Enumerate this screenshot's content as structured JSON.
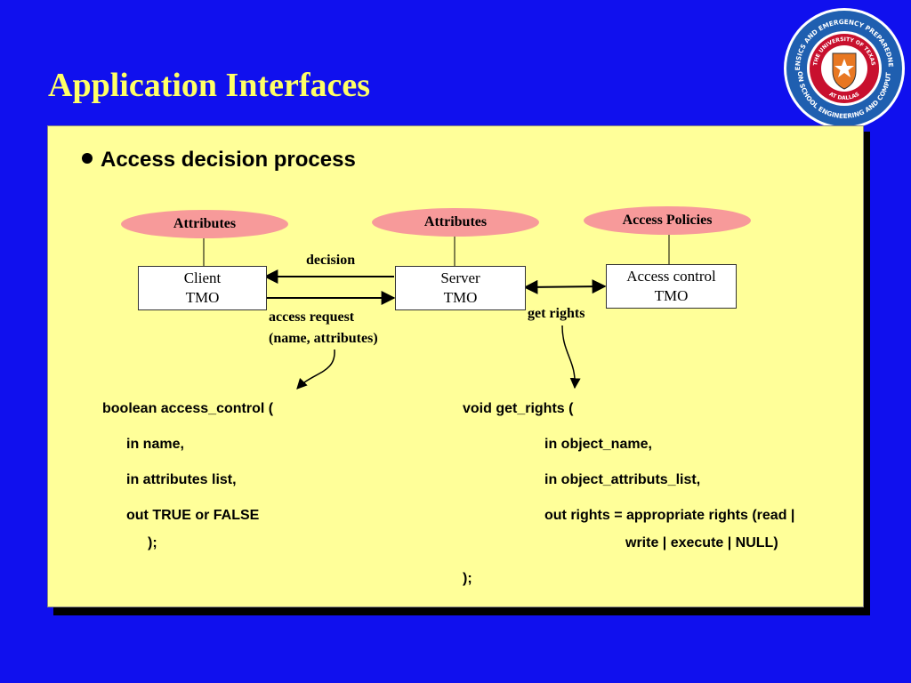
{
  "slide": {
    "title": "Application Interfaces",
    "bullet": "Access decision process",
    "logo_icon": "institute-seal-icon",
    "logo_text": {
      "outer_top": "DIGITAL FORENSICS AND EMERGENCY PREPAREDNESS INSTITUTE",
      "outer_bottom": "ERIK JONSSON SCHOOL ENGINEERING AND COMPUTER SCIENCE",
      "inner_top": "THE UNIVERSITY OF TEXAS",
      "inner_bottom": "AT DALLAS"
    }
  },
  "diagram": {
    "ellipses": {
      "client": "Attributes",
      "server": "Attributes",
      "policies": "Access Policies"
    },
    "boxes": {
      "client": [
        "Client",
        "TMO"
      ],
      "server": [
        "Server",
        "TMO"
      ],
      "access": [
        "Access control",
        "TMO"
      ]
    },
    "labels": {
      "decision": "decision",
      "request_line1": "access request",
      "request_line2": "(name, attributes)",
      "get_rights": "get rights"
    }
  },
  "code": {
    "left": {
      "signature": "boolean access_control (",
      "param1": "in name,",
      "param2": "in attributes list,",
      "param3": "out TRUE or FALSE",
      "close": ");"
    },
    "right": {
      "signature": "void get_rights (",
      "param1": "in object_name,",
      "param2": "in object_attributs_list,",
      "param3_line1": "out rights = appropriate rights (read |",
      "param3_line2": "write | execute | NULL)",
      "close": ");"
    }
  },
  "colors": {
    "background": "#1010ee",
    "title": "#ffff66",
    "panel": "#ffff99",
    "ellipse": "#f79a9a"
  }
}
